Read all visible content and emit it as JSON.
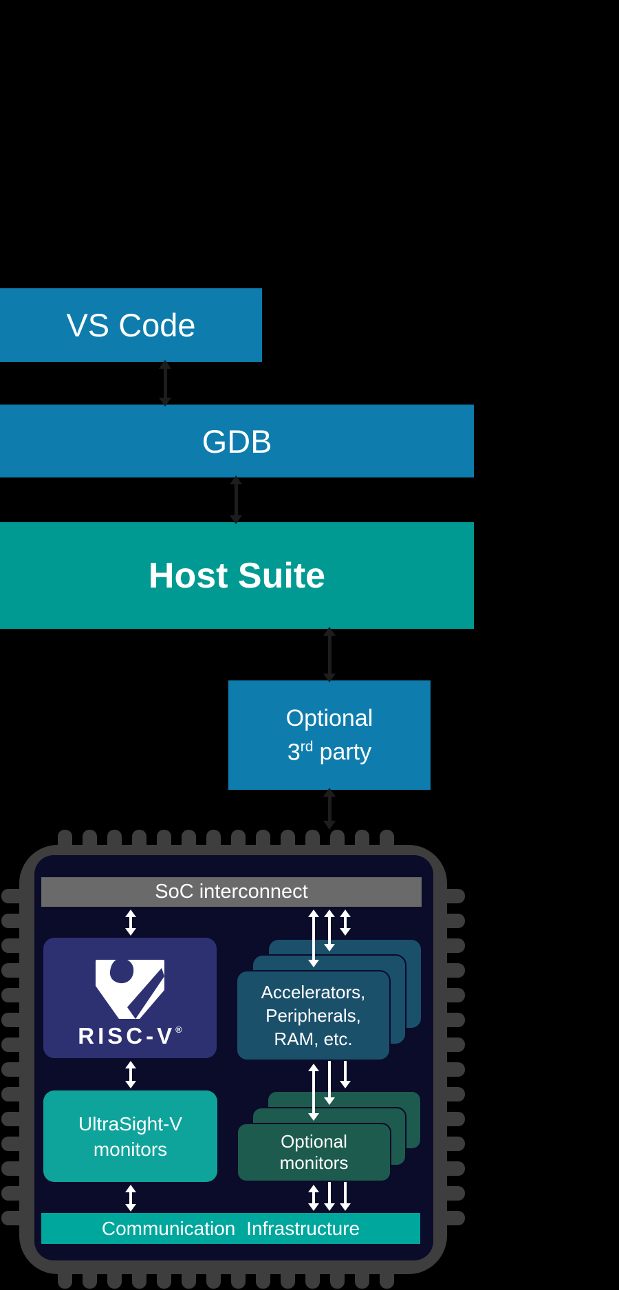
{
  "colors": {
    "background": "#000000",
    "blue_box": "#0e7dad",
    "teal_box": "#009a93",
    "chip_body_gray": "#3e3e3e",
    "chip_die_navy": "#0b0b2a",
    "soc_bar_gray": "#6a6a6a",
    "riscv_box_indigo": "#2d3172",
    "accelerators_box": "#1b506b",
    "ultrasight_box": "#0fa49b",
    "optional_monitors_box": "#1d5b4e",
    "comm_bar": "#00a79d",
    "arrow_white": "#ffffff",
    "text_white": "#ffffff"
  },
  "stack": {
    "vs_code": {
      "label": "VS Code"
    },
    "gdb": {
      "label": "GDB"
    },
    "host_suite": {
      "label": "Host Suite"
    },
    "optional_third_party": {
      "line1": "Optional",
      "line2_num": "3",
      "line2_ord": "rd",
      "line2_rest": "party"
    }
  },
  "chip": {
    "soc_interconnect": {
      "label": "SoC interconnect"
    },
    "riscv": {
      "wordmark": "RISC-V",
      "registered": "®"
    },
    "accelerators": {
      "lines": [
        "Accelerators,",
        "Peripherals,",
        "RAM, etc."
      ]
    },
    "ultrasight": {
      "lines": [
        "UltraSight-V",
        "monitors"
      ]
    },
    "optional_monitors": {
      "lines": [
        "Optional",
        "monitors"
      ]
    },
    "comm_infrastructure": {
      "label": "Communication Infrastructure"
    }
  }
}
